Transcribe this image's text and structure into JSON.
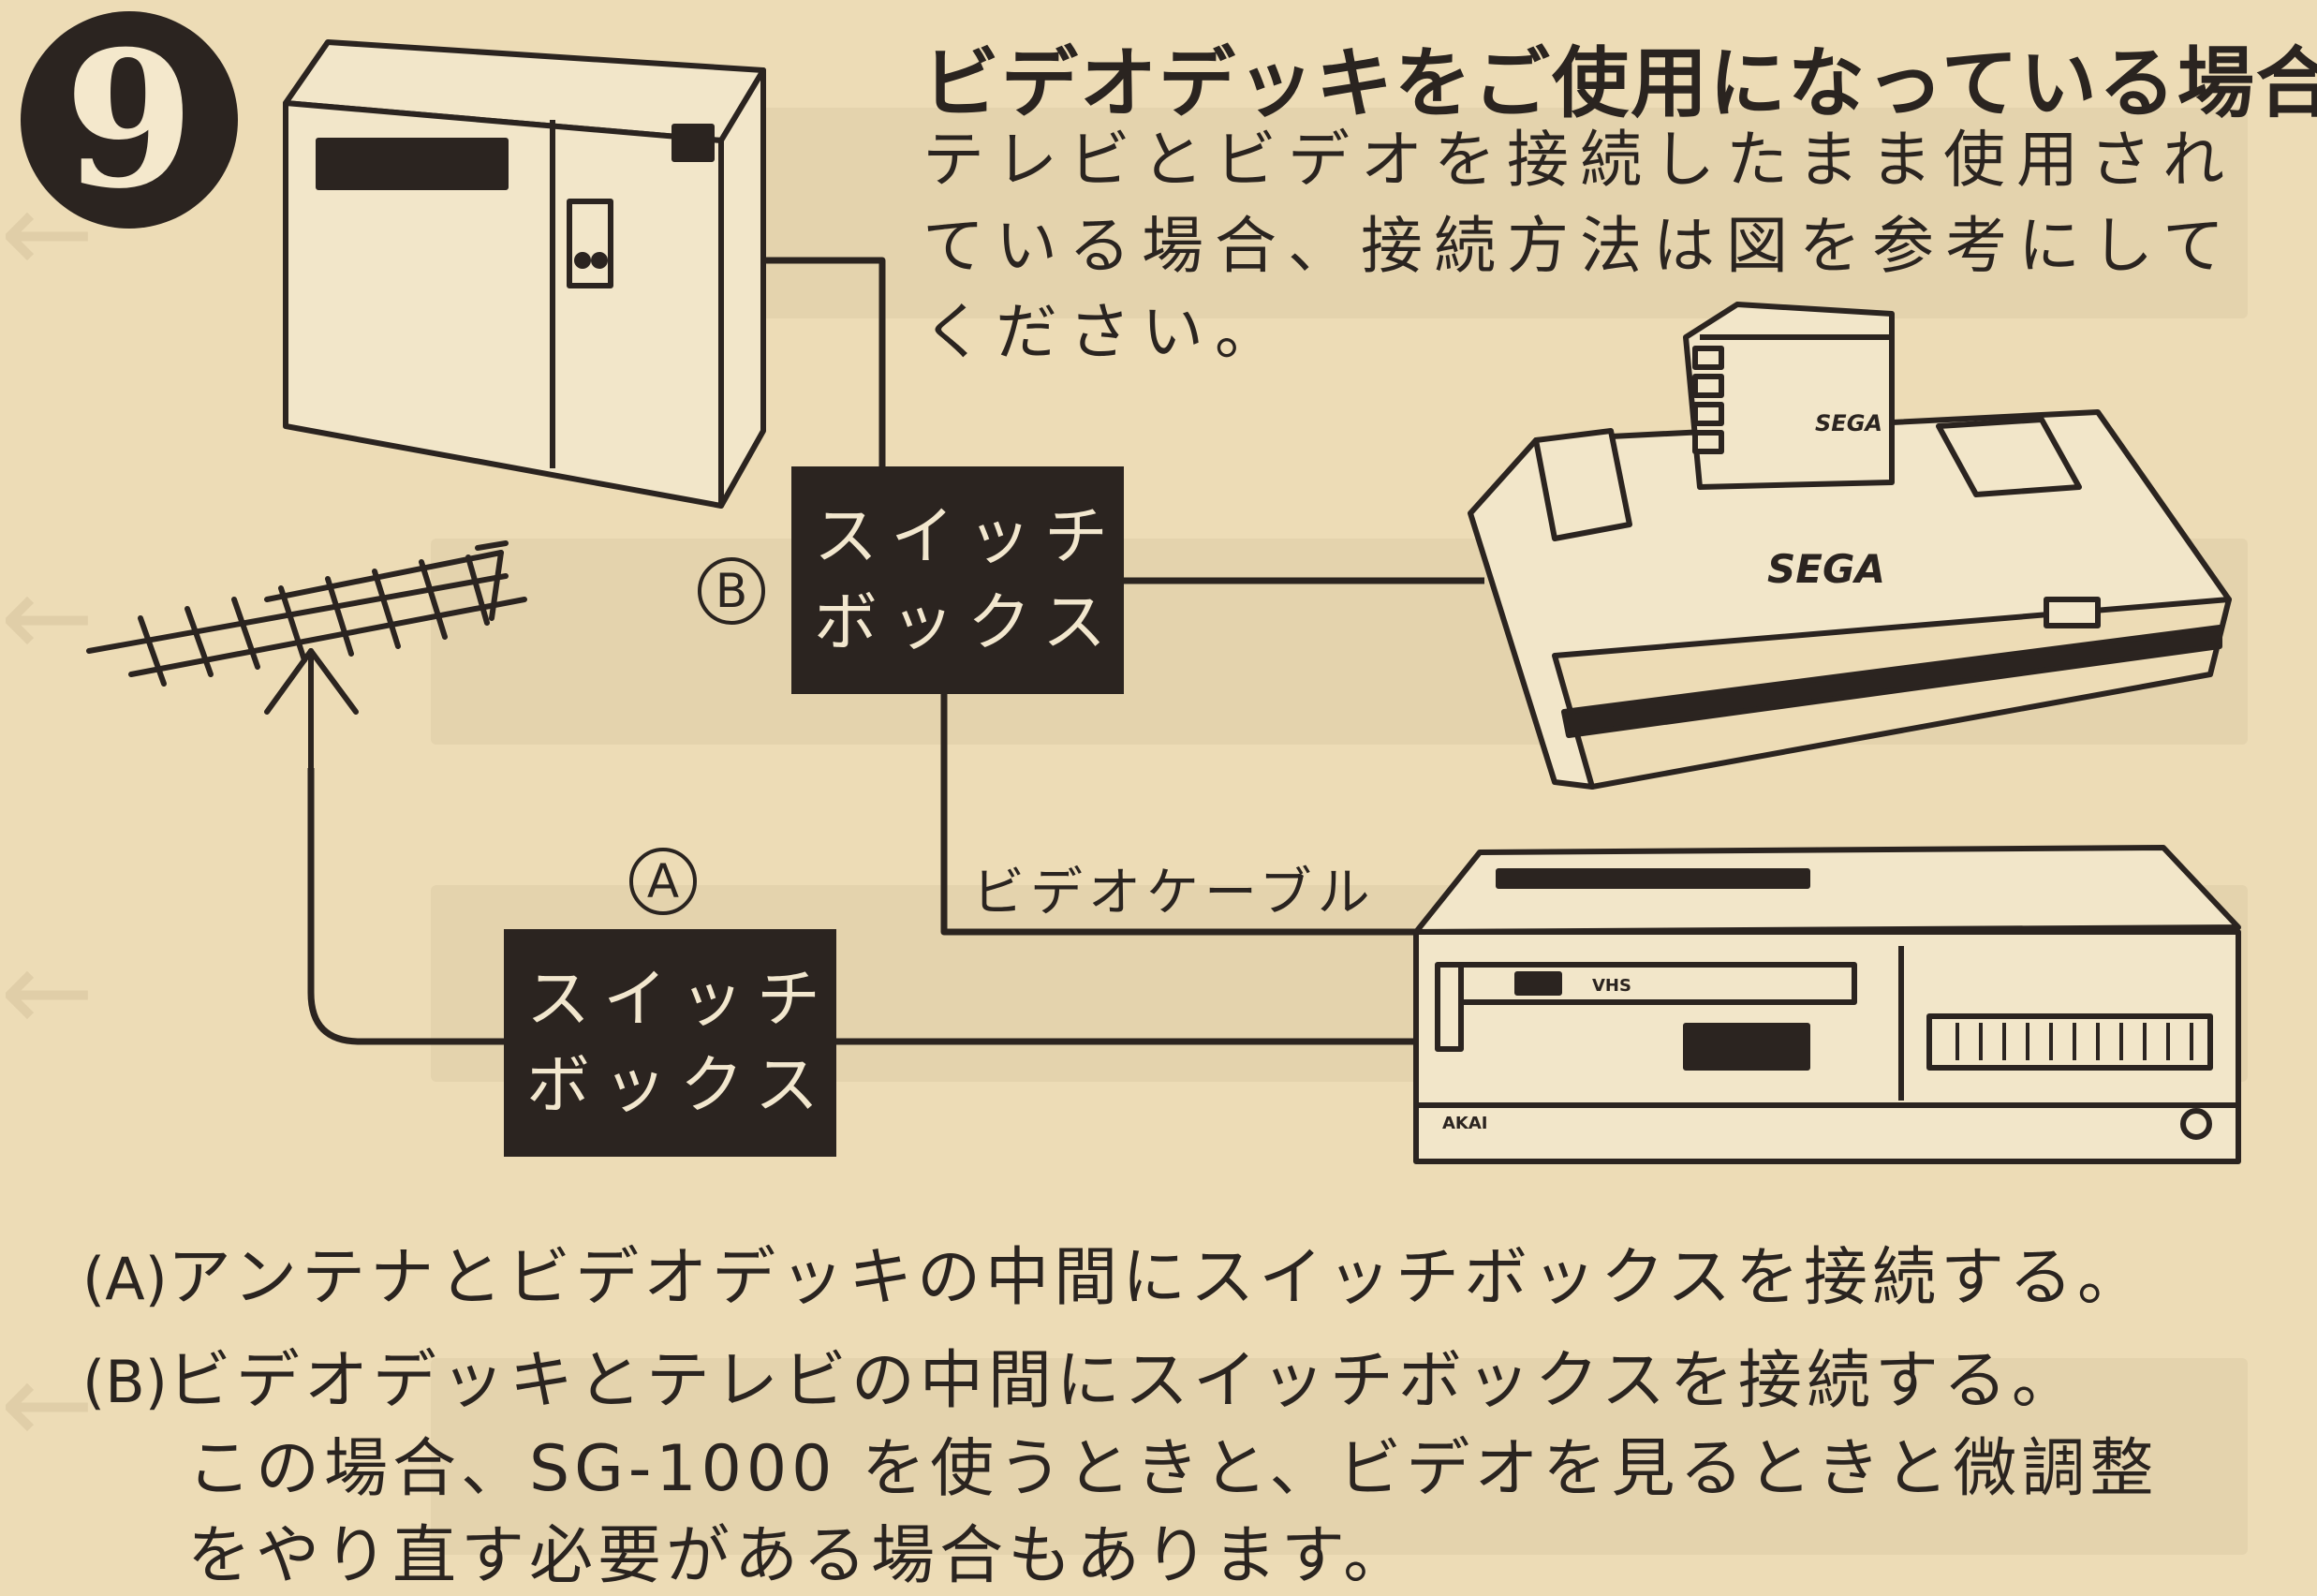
{
  "section_number": "9",
  "title": "ビデオデッキをご使用になっている場合",
  "intro_lines": [
    "テレビとビデオを接続したまま使用され",
    "ている場合、接続方法は図を参考にして",
    "ください。"
  ],
  "switch_box_b": {
    "marker": "B",
    "line1": "スイッチ",
    "line2": "ボックス"
  },
  "switch_box_a": {
    "marker": "A",
    "line1": "スイッチ",
    "line2": "ボックス"
  },
  "video_cable_label": "ビデオケーブル",
  "console_logo": "SEGA",
  "cartridge_logo": "SEGA",
  "vcr_brand": "AKAI",
  "vcr_badge": "VHS",
  "notes": {
    "a_mark": "(A)",
    "a_text": "アンテナとビデオデッキの中間にスイッチボックスを接続する。",
    "b_mark": "(B)",
    "b_text": "ビデオデッキとテレビの中間にスイッチボックスを接続する。",
    "b_cont_line1": "この場合、SG-1000 を使うときと、ビデオを見るときと微調整",
    "b_cont_line2": "をやり直す必要がある場合もあります。"
  }
}
